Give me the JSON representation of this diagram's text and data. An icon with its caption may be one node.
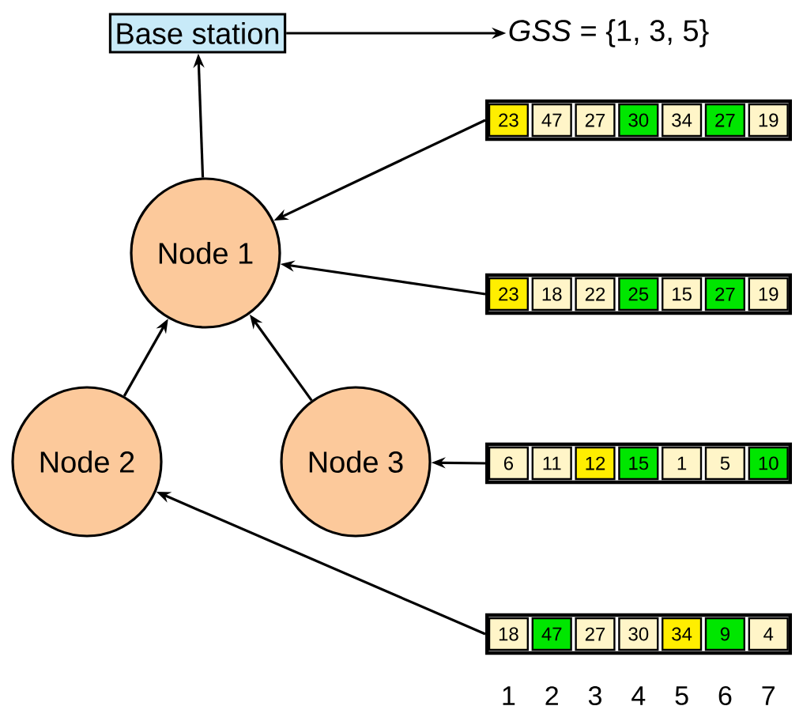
{
  "diagram": {
    "nodes": [
      {
        "text": [
          "Base station"
        ]
      },
      {
        "text": [
          "*GSS* = {1, 3, 5}"
        ]
      },
      {
        "text": [
          "Node 1"
        ]
      },
      {
        "text": [
          "Node 2"
        ]
      },
      {
        "text": [
          "Node 3"
        ]
      },
      {
        "text": [
          "23",
          "47",
          "27",
          "30",
          "34",
          "27",
          "19"
        ]
      },
      {
        "text": [
          "23",
          "18",
          "22",
          "25",
          "15",
          "27",
          "19"
        ]
      },
      {
        "text": [
          "6",
          "11",
          "12",
          "15",
          "1",
          "5",
          "10"
        ]
      },
      {
        "text": [
          "18",
          "47",
          "27",
          "30",
          "34",
          "9",
          "4"
        ]
      }
    ],
    "edges": [
      {
        "from": 2,
        "to": 0,
        "arrow": "to"
      },
      {
        "from": 0,
        "to": 1,
        "arrow": "to"
      },
      {
        "from": 3,
        "to": 2,
        "arrow": "to"
      },
      {
        "from": 4,
        "to": 2,
        "arrow": "to"
      },
      {
        "from": 5,
        "to": 2,
        "arrow": "to"
      },
      {
        "from": 6,
        "to": 2,
        "arrow": "to"
      },
      {
        "from": 7,
        "to": 4,
        "arrow": "to"
      },
      {
        "from": 8,
        "to": 3,
        "arrow": "to"
      }
    ],
    "labels": [
      "1",
      "2",
      "3",
      "4",
      "5",
      "6",
      "7"
    ]
  }
}
